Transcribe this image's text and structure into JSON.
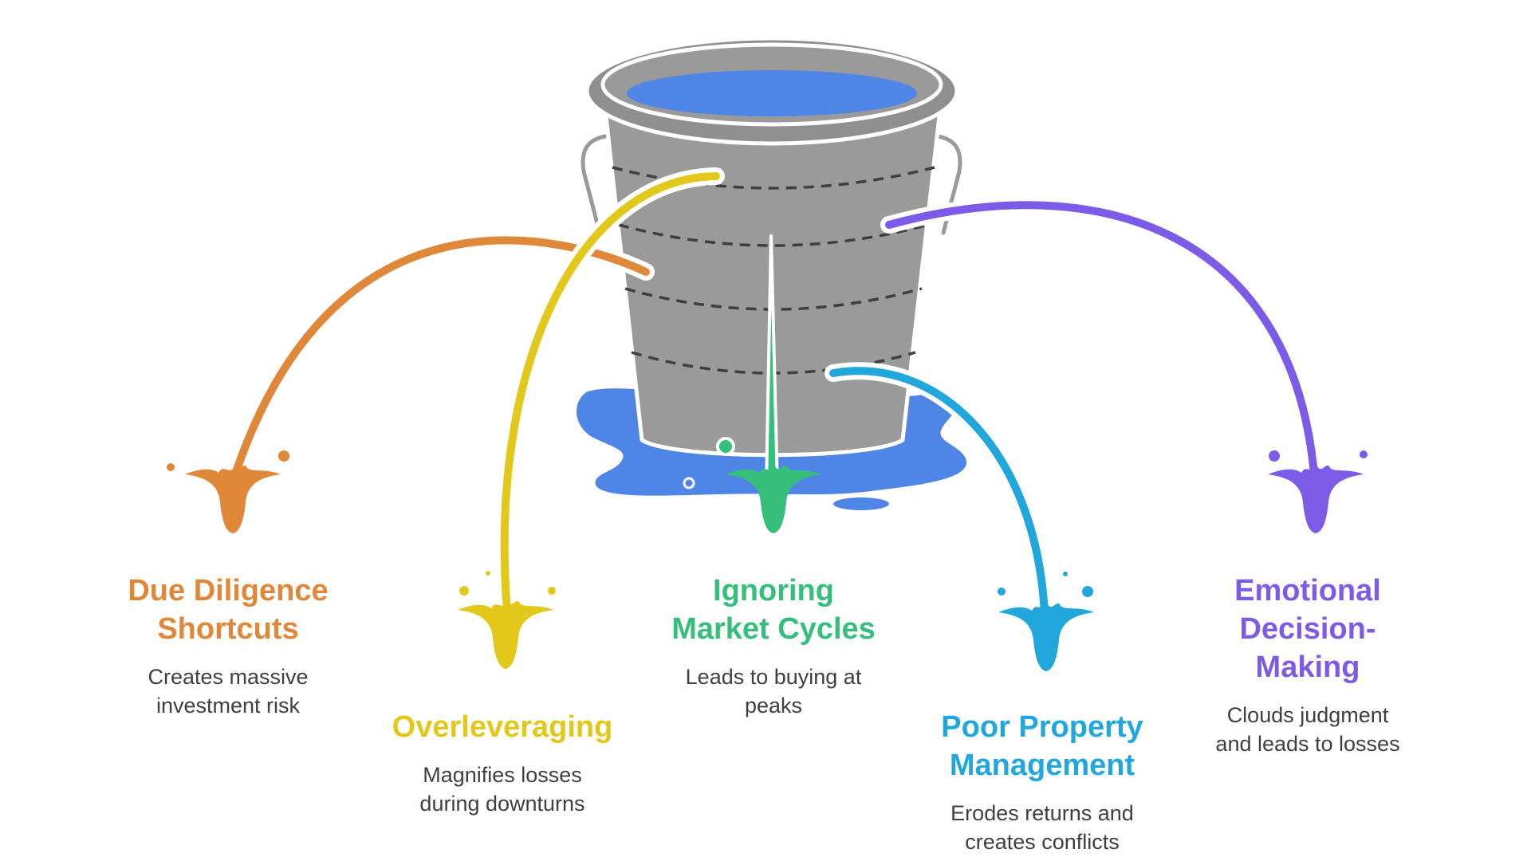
{
  "colors": {
    "bucket": "#9a9a9a",
    "bucket_dark": "#8c8c8c",
    "water": "#4f86e6",
    "due_diligence": "#e0883a",
    "overleveraging": "#e1c81a",
    "market_cycles": "#35bf7a",
    "property_management": "#21a7dc",
    "emotional": "#7c5ce6"
  },
  "items": [
    {
      "key": "due_diligence",
      "title_lines": [
        "Due Diligence",
        "Shortcuts"
      ],
      "desc_lines": [
        "Creates massive",
        "investment risk"
      ],
      "color": "#e0883a"
    },
    {
      "key": "overleveraging",
      "title_lines": [
        "Overleveraging"
      ],
      "desc_lines": [
        "Magnifies losses",
        "during downturns"
      ],
      "color": "#e1c81a"
    },
    {
      "key": "market_cycles",
      "title_lines": [
        "Ignoring",
        "Market Cycles"
      ],
      "desc_lines": [
        "Leads to buying at",
        "peaks"
      ],
      "color": "#35bf7a"
    },
    {
      "key": "property_management",
      "title_lines": [
        "Poor Property",
        "Management"
      ],
      "desc_lines": [
        "Erodes returns and",
        "creates conflicts"
      ],
      "color": "#21a7dc"
    },
    {
      "key": "emotional",
      "title_lines": [
        "Emotional",
        "Decision-",
        "Making"
      ],
      "desc_lines": [
        "Clouds judgment",
        "and leads to losses"
      ],
      "color": "#7c5ce6"
    }
  ]
}
